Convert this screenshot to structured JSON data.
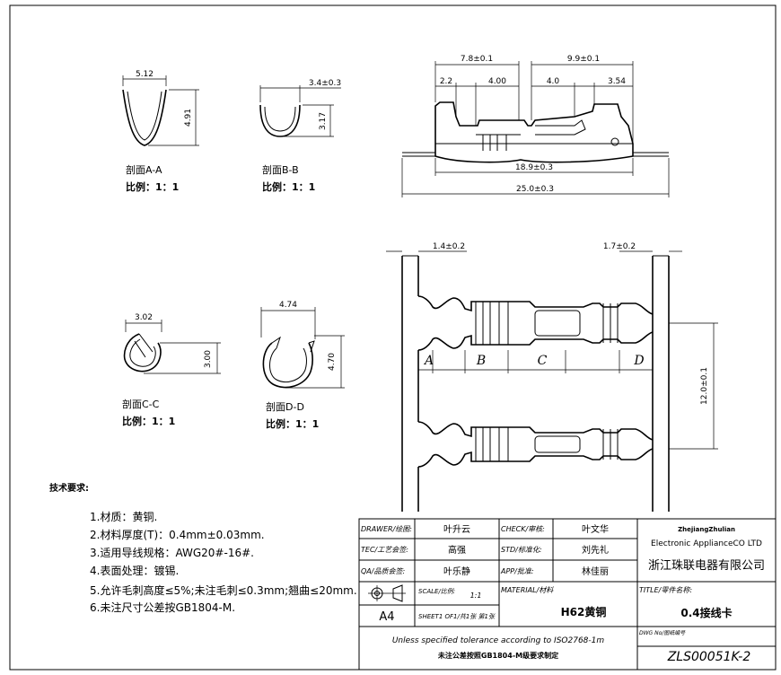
{
  "sections": {
    "aa": {
      "width": "5.12",
      "height": "4.91",
      "title": "剖面A-A",
      "scale": "比例：1：1"
    },
    "bb": {
      "width": "3.4±0.3",
      "height": "3.17",
      "title": "剖面B-B",
      "scale": "比例：1：1"
    },
    "cc": {
      "width": "3.02",
      "height": "3.00",
      "title": "剖面C-C",
      "scale": "比例：1：1"
    },
    "dd": {
      "width": "4.74",
      "height": "4.70",
      "title": "剖面D-D",
      "scale": "比例：1：1"
    }
  },
  "side_view": {
    "dims": {
      "d_left": "7.8±0.1",
      "d_right": "9.9±0.1",
      "d1": "2.2",
      "d2": "4.00",
      "d3": "4.0",
      "d4": "3.54",
      "d_inner": "18.9±0.3",
      "d_total": "25.0±0.3"
    }
  },
  "strip_view": {
    "dims": {
      "left_tab": "1.4±0.2",
      "right_tab": "1.7±0.2",
      "pitch": "12.0±0.1"
    },
    "zones": [
      "A",
      "B",
      "C",
      "D"
    ]
  },
  "tech_notes": {
    "heading": "技术要求:",
    "items": [
      "1.材质：黄铜.",
      "2.材料厚度(T)：0.4mm±0.03mm.",
      "3.适用导线规格：AWG20#-16#.",
      "4.表面处理：镀锡.",
      "5.允许毛刺高度≤5%;未注毛刺≤0.3mm;翘曲≤20mm.",
      "6.未注尺寸公差按GB1804-M."
    ]
  },
  "title_block": {
    "drawer_label": "DRAWER/绘图:",
    "drawer": "叶升云",
    "check_label": "CHECK/审核:",
    "check": "叶文华",
    "tec_label": "TEC/工艺会签:",
    "tec": "高强",
    "std_label": "STD/标准化:",
    "std": "刘先礼",
    "qa_label": "QA/品质会签:",
    "qa": "叶乐静",
    "app_label": "APP/批准:",
    "app": "林佳丽",
    "company_en_1": "ZhejiangZhulian",
    "company_en_2": "Electronic ApplianceCO LTD",
    "company_cn": "浙江珠联电器有限公司",
    "scale_label": "SCALE/比例:",
    "scale": "1:1",
    "size": "A4",
    "sheet_label": "SHEET1 OF1/共1张 第1张",
    "material_label": "MATERIAL/材料",
    "material": "H62黄铜",
    "title_label": "TITLE/零件名称:",
    "title": "0.4接线卡",
    "tolerance_1": "Unless specified tolerance according to ISO2768-1m",
    "tolerance_2": "未注公差按照GB1804-M级要求制定",
    "dwg_label": "DWG No/图纸编号",
    "dwg_no": "ZLS00051K-2"
  }
}
